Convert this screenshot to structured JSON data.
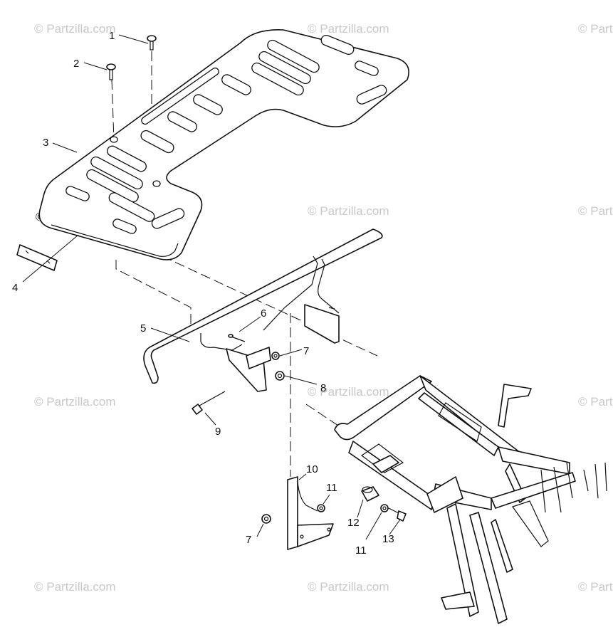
{
  "watermark": {
    "text": "© Partzilla.com",
    "color": "#c8c8c8"
  },
  "callouts": {
    "c1": "1",
    "c2": "2",
    "c3": "3",
    "c4": "4",
    "c5": "5",
    "c6": "6",
    "c7a": "7",
    "c8": "8",
    "c9": "9",
    "c10": "10",
    "c11a": "11",
    "c7b": "7",
    "c12": "12",
    "c11b": "11",
    "c13": "13"
  }
}
